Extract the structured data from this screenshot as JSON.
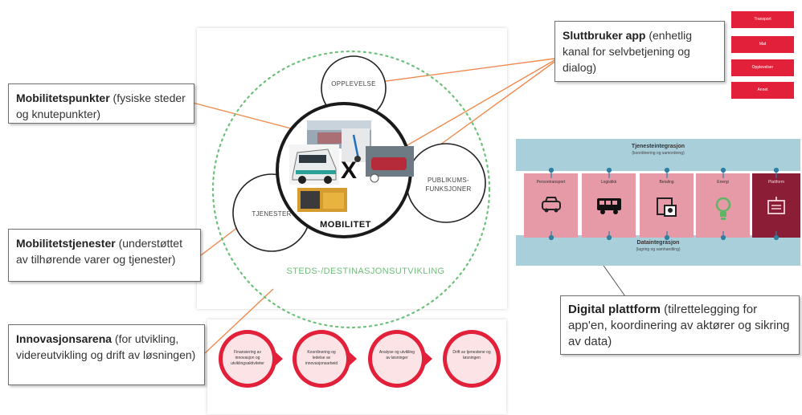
{
  "callouts": {
    "mobilitetspunkter": {
      "title": "Mobilitetspunkter",
      "text": " (fysiske steder og knutepunkter)"
    },
    "mobilitetstjenester": {
      "title": "Mobilitetstjenester",
      "text": " (understøttet av tilhørende varer og tjenester)"
    },
    "innovasjonsarena": {
      "title": "Innovasjonsarena",
      "text": " (for utvikling, videreutvikling og drift av løsningen)"
    },
    "sluttbruker": {
      "title": "Sluttbruker app",
      "text": " (enhetlig kanal for selvbetjening og dialog)"
    },
    "digital": {
      "title": "Digital plattform",
      "text": " (tilrettelegging for app'en, koordinering av aktører og sikring av data)"
    }
  },
  "circles": {
    "opplevelse": "OPPLEVELSE",
    "tjenester": "TJENESTER",
    "publikum": "PUBLIKUMS-FUNKSJONER",
    "center_title": "MOBILITET",
    "center_symbol": "X",
    "outer_label": "STEDS-/DESTINASJONSUTVIKLING"
  },
  "app_menu": [
    "Transport",
    "Mat",
    "Opplevelser",
    "Annet"
  ],
  "platform": {
    "top_band": {
      "title": "Tjenesteintegrasjon",
      "subtitle": "(koordinering og samordning)"
    },
    "bottom_band": {
      "title": "Dataintegrasjon",
      "subtitle": "(lagring og samhandling)"
    },
    "tiles": [
      "Persontransport",
      "Logistikk",
      "Betaling",
      "Energi",
      "Plattform"
    ]
  },
  "process_steps": [
    "Finansiering av innovasjon og utviklingsaktiviteter",
    "Koordinering og ledelse av innovasjonsarbeid",
    "Analyse og utvikling av løsninger",
    "Drift av tjenestene og løsningen"
  ],
  "colors": {
    "accent_red": "#e2203a",
    "light_pink": "#e69aa7",
    "dark_maroon": "#8b1d36",
    "band_blue": "#a9cfdb",
    "connector_orange": "#ef8a4e",
    "dotted_green": "#6cc17a"
  }
}
